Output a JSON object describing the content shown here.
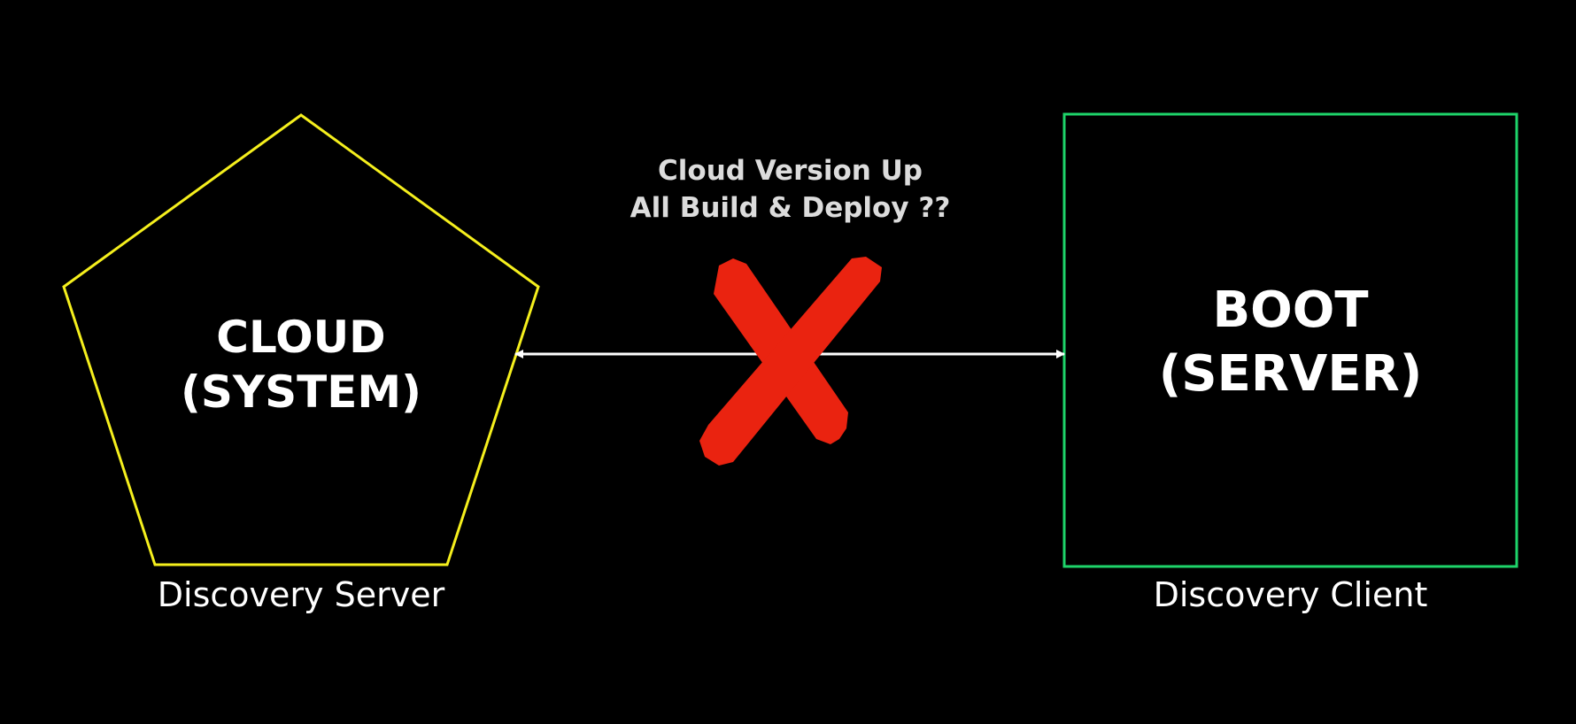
{
  "colors": {
    "background": "#000000",
    "pentagon_stroke": "#f5ef1d",
    "square_stroke": "#1ed46a",
    "arrow": "#ffffff",
    "cross": "#ea2310",
    "text": "#ffffff",
    "question_text": "#dcdcdc"
  },
  "cloud": {
    "shape": "pentagon",
    "line1": "CLOUD",
    "line2": "(SYSTEM)",
    "caption": "Discovery Server"
  },
  "boot": {
    "shape": "square",
    "line1": "BOOT",
    "line2": "(SERVER)",
    "caption": "Discovery Client"
  },
  "connection": {
    "type": "bidirectional-arrow",
    "status": "blocked",
    "marker": "cross-icon",
    "label_line1": "Cloud Version Up",
    "label_line2": "All Build & Deploy ??"
  }
}
